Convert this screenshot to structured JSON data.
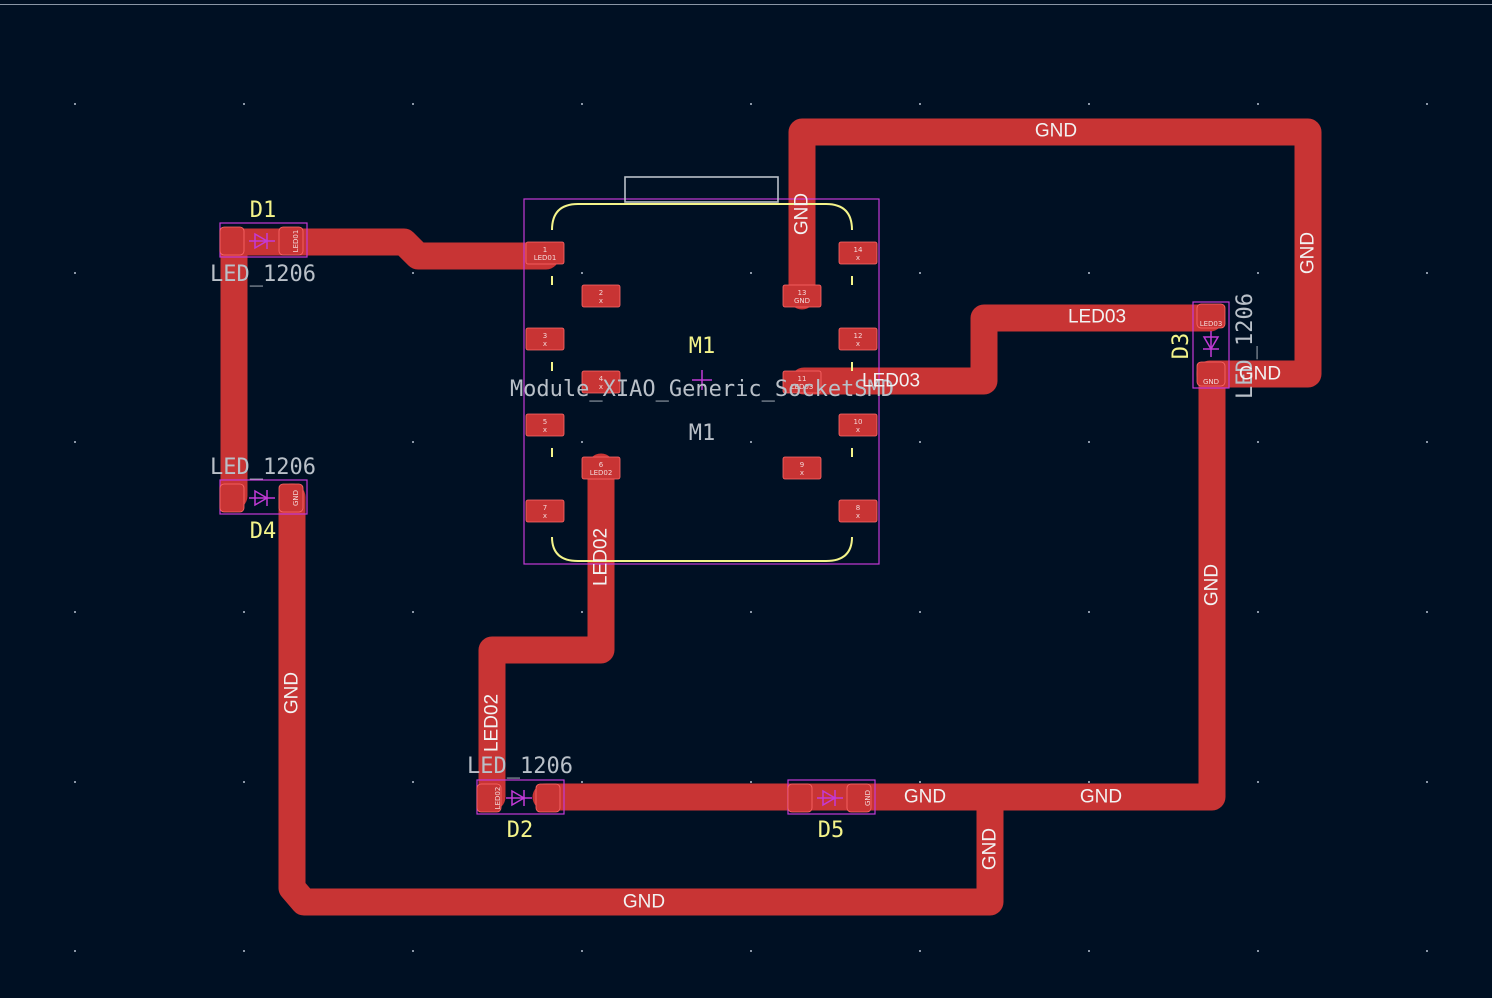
{
  "editor": "KiCad PCB Editor",
  "colors": {
    "background": "#001023",
    "copper_front": "#c83434",
    "silkscreen": "#f4f48a",
    "courtyard": "#c33ad6",
    "fab_text": "#b9c0c8"
  },
  "nets": [
    "GND",
    "LED01",
    "LED02",
    "LED03"
  ],
  "net_labels": {
    "gnd": "GND",
    "led02": "LED02",
    "led03": "LED03"
  },
  "module": {
    "reference": "M1",
    "reference_fab": "M1",
    "value": "Module_XIAO_Generic_SocketSMD",
    "pads": [
      {
        "num": "1",
        "net": "LED01"
      },
      {
        "num": "2",
        "net": "x"
      },
      {
        "num": "3",
        "net": "x"
      },
      {
        "num": "4",
        "net": "x"
      },
      {
        "num": "5",
        "net": "x"
      },
      {
        "num": "6",
        "net": "LED02"
      },
      {
        "num": "7",
        "net": "x"
      },
      {
        "num": "8",
        "net": "x"
      },
      {
        "num": "9",
        "net": "x"
      },
      {
        "num": "10",
        "net": "x"
      },
      {
        "num": "11",
        "net": "LED03"
      },
      {
        "num": "12",
        "net": "x"
      },
      {
        "num": "13",
        "net": "GND"
      },
      {
        "num": "14",
        "net": "x"
      }
    ]
  },
  "leds": [
    {
      "ref": "D1",
      "value": "LED_1206",
      "pad1_net": "",
      "pad2_net": "LED01"
    },
    {
      "ref": "D4",
      "value": "LED_1206",
      "pad1_net": "GND",
      "pad2_net": ""
    },
    {
      "ref": "D2",
      "value": "LED_1206",
      "pad1_net": "",
      "pad2_net": "LED02"
    },
    {
      "ref": "D5",
      "value": "",
      "pad1_net": "GND",
      "pad2_net": ""
    },
    {
      "ref": "D3",
      "value": "LED_1206",
      "pad1_net": "GND",
      "pad2_net": "LED03"
    }
  ]
}
